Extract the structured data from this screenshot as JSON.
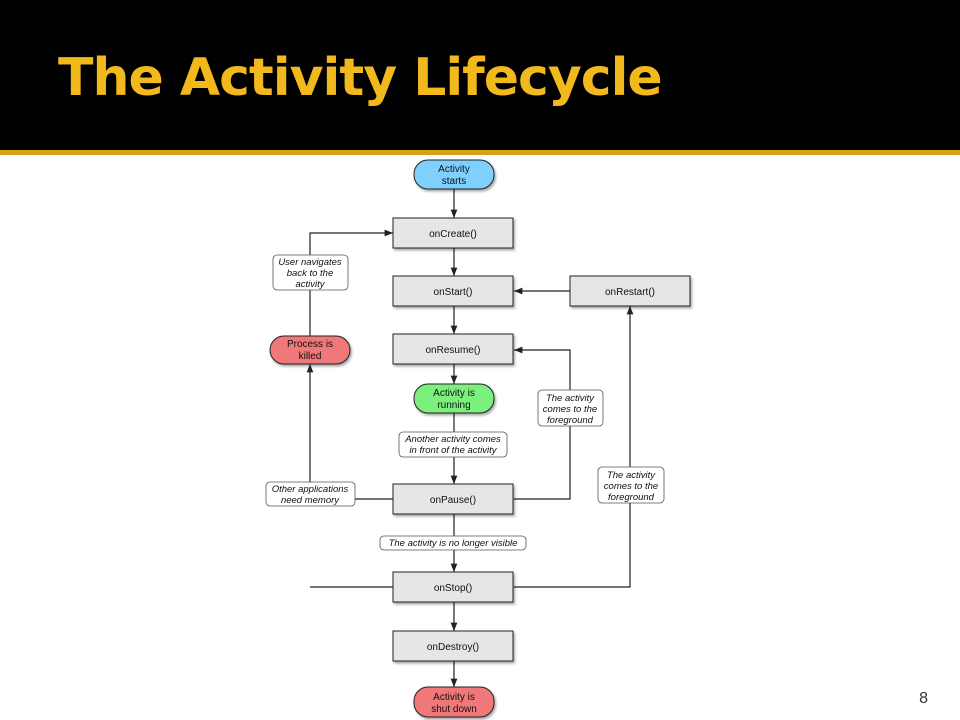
{
  "slide": {
    "title": "The Activity Lifecycle",
    "page_number": "8"
  },
  "colors": {
    "header_bg": "#000000",
    "title": "#f2b91c",
    "rule": "#d4a017",
    "start_node": "#7fd0ff",
    "running_node": "#7cf07c",
    "terminal_node": "#f07878",
    "method_box": "#e6e6e6"
  },
  "diagram": {
    "activity_starts": [
      "Activity",
      "starts"
    ],
    "on_create": "onCreate()",
    "on_start": "onStart()",
    "on_restart": "onRestart()",
    "on_resume": "onResume()",
    "activity_running": [
      "Activity is",
      "running"
    ],
    "on_pause": "onPause()",
    "on_stop": "onStop()",
    "on_destroy": "onDestroy()",
    "activity_shut_down": [
      "Activity is",
      "shut down"
    ],
    "process_killed": [
      "Process is",
      "killed"
    ],
    "user_navigates_back": [
      "User navigates",
      "back to the",
      "activity"
    ],
    "other_apps_need_memory": [
      "Other applications",
      "need memory"
    ],
    "another_activity_front": [
      "Another activity comes",
      "in front of the activity"
    ],
    "no_longer_visible": "The activity is no longer visible",
    "comes_to_foreground_1": [
      "The activity",
      "comes to the",
      "foreground"
    ],
    "comes_to_foreground_2": [
      "The activity",
      "comes to the",
      "foreground"
    ]
  }
}
